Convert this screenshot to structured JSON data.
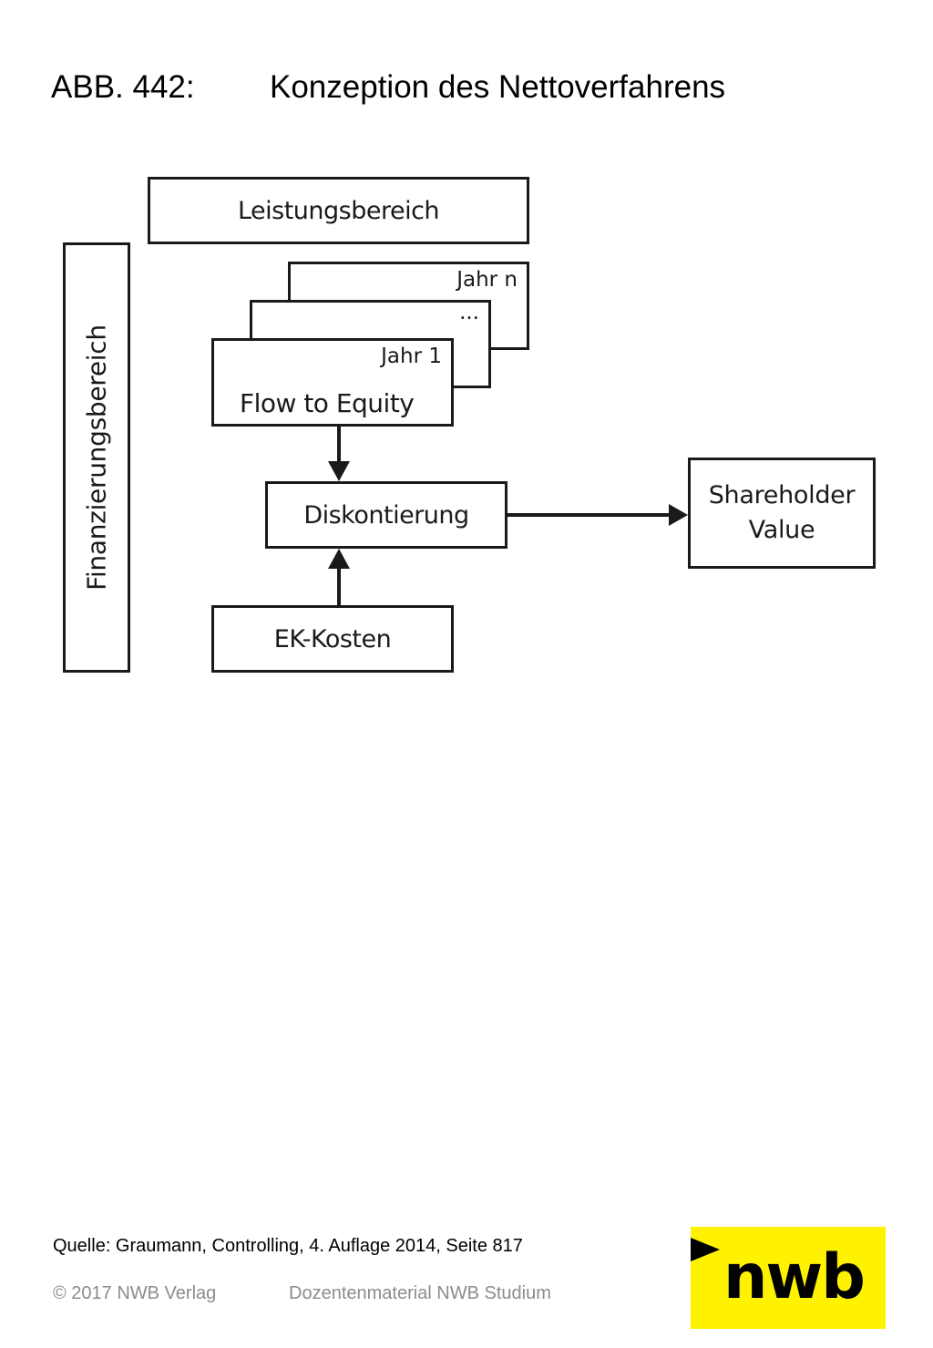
{
  "header": {
    "figure_number": "ABB. 442:",
    "title": "Konzeption des Nettoverfahrens"
  },
  "diagram": {
    "leistungsbereich": "Leistungsbereich",
    "finanzierungsbereich": "Finanzierungsbereich",
    "year_last": "Jahr n",
    "year_ellipsis": "...",
    "year_first": "Jahr 1",
    "flow_to_equity": "Flow to Equity",
    "diskontierung": "Diskontierung",
    "ek_kosten": "EK-Kosten",
    "shareholder": "Shareholder",
    "value": "Value"
  },
  "source": "Quelle: Graumann, Controlling, 4. Auflage 2014, Seite 817",
  "footer": {
    "copyright": "© 2017 NWB Verlag",
    "material": "Dozentenmaterial NWB Studium"
  },
  "logo": {
    "text": "nwb",
    "background_color": "#fff200"
  }
}
